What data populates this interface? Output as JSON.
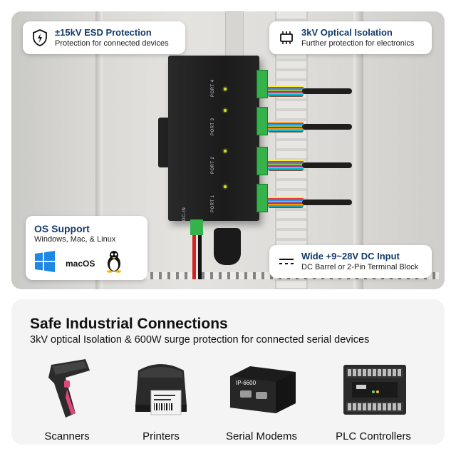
{
  "callouts": {
    "esd": {
      "title": "±15kV ESD Protection",
      "subtitle": "Protection for connected devices",
      "icon": "shield-bolt-icon"
    },
    "optical": {
      "title": "3kV Optical Isolation",
      "subtitle": "Further protection for electronics",
      "icon": "optocoupler-icon"
    },
    "dc": {
      "title": "Wide +9~28V DC Input",
      "subtitle": "DC Barrel or 2-Pin Terminal Block",
      "icon": "dc-symbol-icon"
    },
    "os": {
      "title": "OS Support",
      "subtitle": "Windows, Mac, & Linux",
      "macos_label": "macOS",
      "icons": [
        "windows-icon",
        "macos-label",
        "linux-tux-icon"
      ]
    }
  },
  "device": {
    "ports": [
      "PORT 1",
      "PORT 2",
      "PORT 3",
      "PORT 4"
    ],
    "power_label": "DC-IN",
    "led_color": "#d4e02a"
  },
  "bottom": {
    "title": "Safe Industrial Connections",
    "subtitle": "3kV optical Isolation & 600W surge protection for connected serial devices",
    "products": [
      {
        "label": "Scanners",
        "icon": "barcode-scanner-icon"
      },
      {
        "label": "Printers",
        "icon": "label-printer-icon"
      },
      {
        "label": "Serial Modems",
        "icon": "serial-modem-icon",
        "device_text": "IP-6600"
      },
      {
        "label": "PLC Controllers",
        "icon": "plc-controller-icon"
      }
    ]
  },
  "colors": {
    "accent": "#133a6b",
    "windows_blue": "#1e88e5",
    "terminal_green": "#35b24a"
  }
}
